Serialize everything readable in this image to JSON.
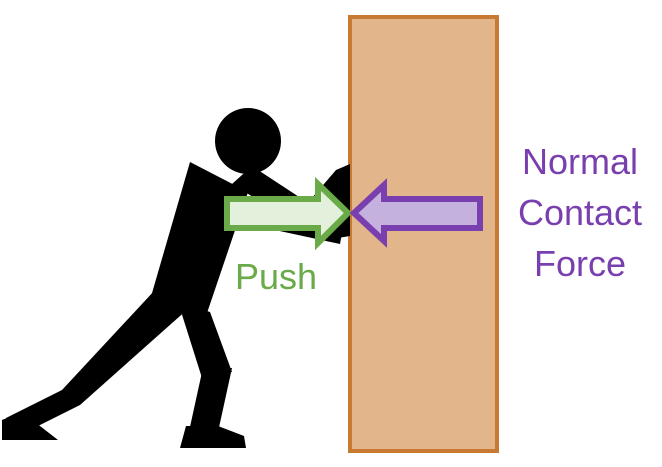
{
  "labels": {
    "push": "Push",
    "normal_line1": "Normal",
    "normal_line2": "Contact",
    "normal_line3": "Force"
  },
  "colors": {
    "figure": "#000000",
    "block_fill": "#e2b58b",
    "block_border": "#c87a33",
    "push_arrow_fill": "#e3f1dc",
    "push_arrow_stroke": "#6aaa48",
    "push_text": "#6aaa48",
    "normal_arrow_fill": "#c5b1de",
    "normal_arrow_stroke": "#7a3fae",
    "normal_text": "#7a3fae"
  },
  "icons": {
    "figure": "person-pushing-icon",
    "block": "wall-block",
    "push_arrow": "arrow-right-icon",
    "normal_arrow": "arrow-left-icon"
  }
}
